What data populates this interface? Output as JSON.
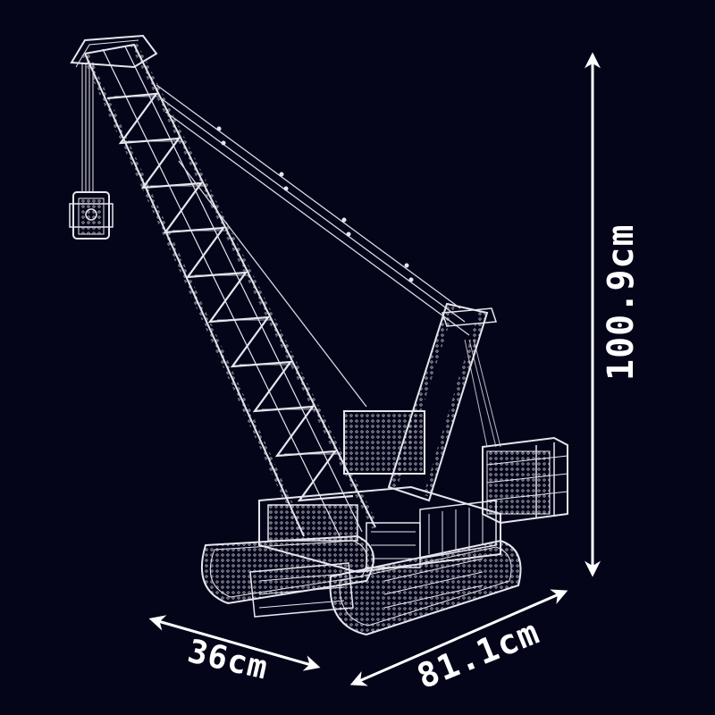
{
  "image": {
    "subject": "Crawler crane building-block model line-art illustration",
    "background_color": "#05051a",
    "line_color": "#e8e8ee"
  },
  "dimensions": {
    "height": {
      "label": "100.9cm",
      "orientation": "vertical"
    },
    "width": {
      "label": "36cm",
      "orientation": "diagonal-left"
    },
    "length": {
      "label": "81.1cm",
      "orientation": "diagonal-right"
    }
  }
}
